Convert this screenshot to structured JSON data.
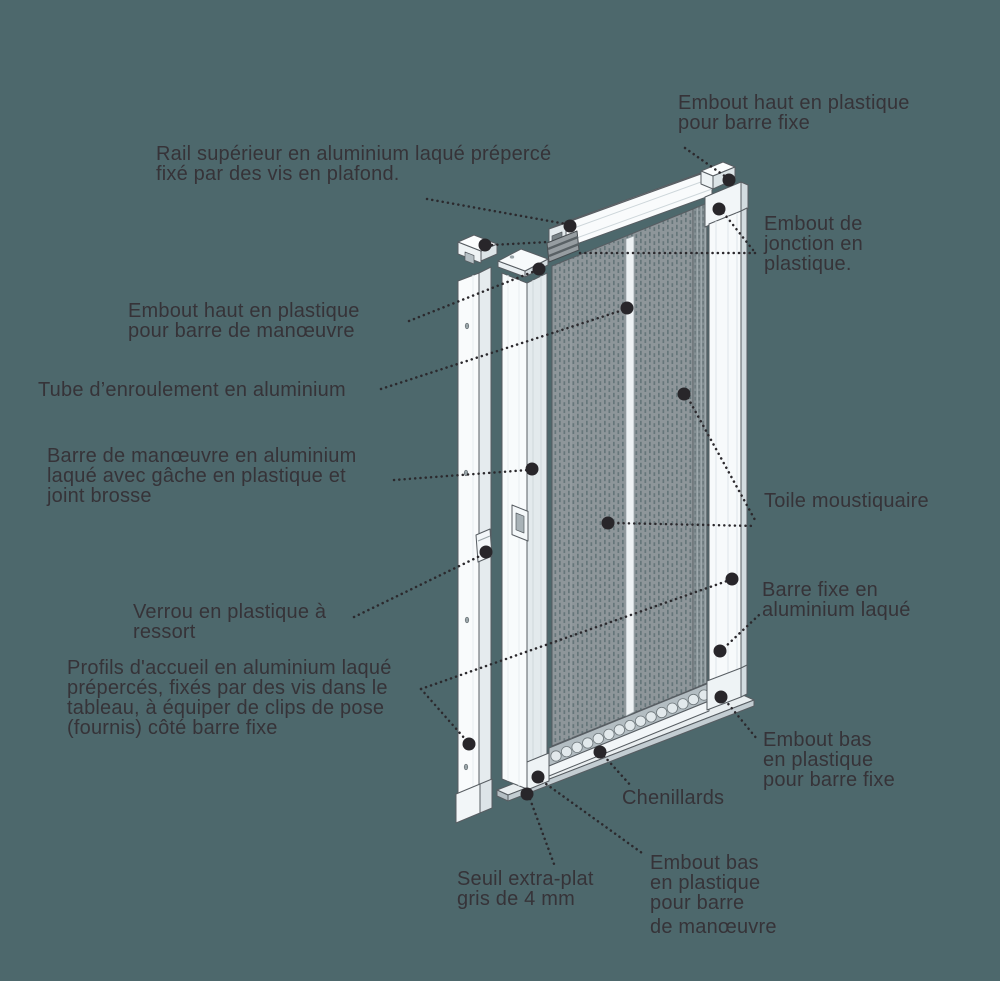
{
  "colors": {
    "background": "#4d686c",
    "text": "#363338",
    "callout": "#28262a",
    "frame_white": "#f9fbfc",
    "frame_shade": "#e4eaed",
    "frame_dark": "#c7d1d5",
    "mesh_base": "#8e969a",
    "mesh_dash": "#66767a",
    "sill_gray": "#e9eef0"
  },
  "labels": {
    "rail_superieur": {
      "lines": [
        "Rail supérieur en aluminium laqué prépercé",
        "fixé par des vis en plafond."
      ]
    },
    "embout_haut_fixe": {
      "lines": [
        "Embout haut en plastique",
        "pour barre fixe"
      ]
    },
    "embout_jonction": {
      "lines": [
        "Embout de",
        "jonction en",
        "plastique."
      ]
    },
    "embout_haut_manoeuvre": {
      "lines": [
        "Embout haut en plastique",
        "pour barre de manœuvre"
      ]
    },
    "tube_enroulement": {
      "lines": [
        "Tube d’enroulement en aluminium"
      ]
    },
    "barre_manoeuvre": {
      "lines": [
        "Barre de manœuvre en aluminium",
        "laqué avec gâche en plastique et",
        "joint brosse"
      ]
    },
    "toile": {
      "lines": [
        "Toile moustiquaire"
      ]
    },
    "verrou": {
      "lines": [
        "Verrou en plastique à",
        "ressort"
      ]
    },
    "barre_fixe": {
      "lines": [
        "Barre fixe en",
        "aluminium laqué"
      ]
    },
    "profils_accueil": {
      "lines": [
        "Profils d'accueil en aluminium laqué",
        "prépercés, fixés par des vis dans le",
        "tableau, à équiper de clips de pose",
        "(fournis) côté barre fixe"
      ]
    },
    "embout_bas_fixe": {
      "lines": [
        "Embout bas",
        "en plastique",
        "pour barre fixe"
      ]
    },
    "chenillards": {
      "lines": [
        "Chenillards"
      ]
    },
    "seuil": {
      "lines": [
        "Seuil extra-plat",
        "gris de 4 mm"
      ]
    },
    "embout_bas_manoeuvre": {
      "lines": [
        "Embout bas",
        "en plastique",
        "pour barre",
        "de manœuvre"
      ]
    }
  }
}
